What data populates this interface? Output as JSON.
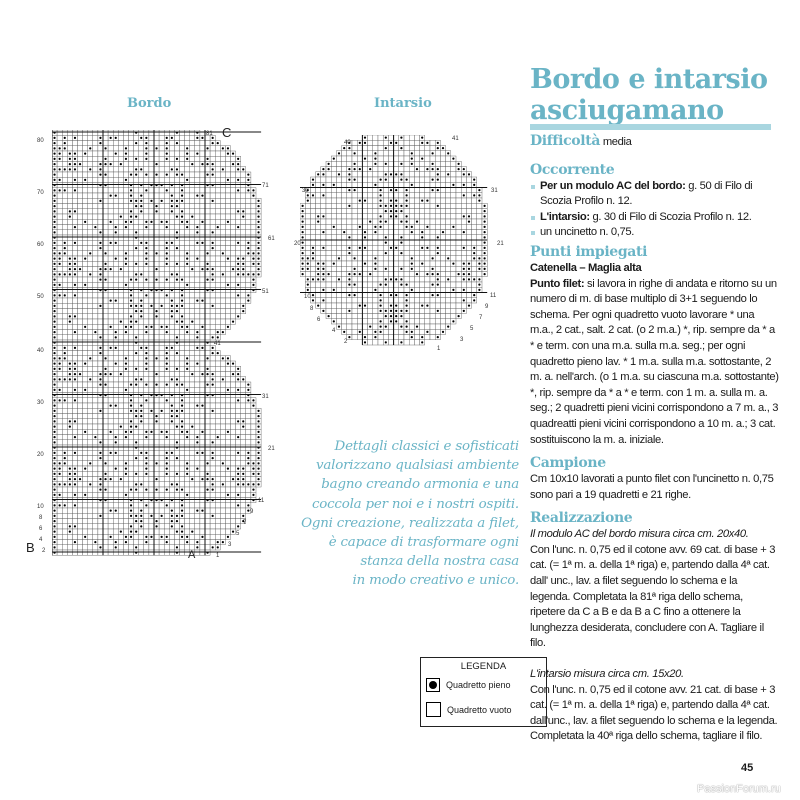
{
  "charts": {
    "bordo": {
      "title": "Bordo",
      "left_row_labels": [
        "80",
        "70",
        "60",
        "50",
        "40",
        "30",
        "20",
        "10",
        "8",
        "6",
        "4",
        "2"
      ],
      "right_row_labels": [
        "81",
        "71",
        "61",
        "51",
        "41",
        "31",
        "21",
        "11",
        "9",
        "7",
        "5",
        "3",
        "1"
      ],
      "markers": {
        "c": "C",
        "b": "B",
        "a": "A"
      }
    },
    "intarsio": {
      "title": "Intarsio",
      "left_row_labels": [
        "40",
        "30",
        "20",
        "10",
        "8",
        "6",
        "4",
        "2"
      ],
      "right_row_labels": [
        "41",
        "31",
        "21",
        "11",
        "9",
        "7",
        "5",
        "3",
        "1"
      ]
    }
  },
  "quote": [
    "Dettagli classici e sofisticati",
    "valorizzano qualsiasi ambiente",
    "bagno creando armonia e una",
    "coccola per noi e i nostri ospiti.",
    "Ogni creazione, realizzata a filet,",
    "è capace di trasformare ogni",
    "stanza della nostra casa",
    "in modo creativo e unico."
  ],
  "legend": {
    "title": "LEGENDA",
    "filled": "Quadretto pieno",
    "empty": "Quadretto vuoto"
  },
  "article": {
    "title": "Bordo e intarsio asciugamano",
    "difficulty_label": "Difficoltà",
    "difficulty_value": "media",
    "occorrente_title": "Occorrente",
    "occorrente": [
      {
        "bold": "Per un modulo AC del bordo:",
        "text": " g. 50 di Filo di Scozia Profilo n. 12."
      },
      {
        "bold": "L'intarsio:",
        "text": " g. 30 di Filo di Scozia Profilo n. 12."
      },
      {
        "bold": "",
        "text": "un uncinetto n. 0,75."
      }
    ],
    "punti_title": "Punti impiegati",
    "punti_sub": "Catenella – Maglia alta",
    "punti_bold": "Punto filet:",
    "punti_text": " si lavora in righe di andata e ritorno su un numero di m. di base multiplo di 3+1 seguendo lo schema. Per ogni quadretto vuoto lavorare * una m.a., 2 cat., salt. 2 cat. (o 2 m.a.) *, rip. sempre da * a * e term. con una m.a. sulla m.a. seg.; per ogni quadretto pieno lav. * 1 m.a. sulla m.a. sottostante, 2 m. a. nell'arch. (o 1 m.a. su ciascuna m.a. sottostante) *, rip. sempre da * a * e term. con 1 m. a. sulla m. a. seg.; 2 quadretti pieni vicini corrispondono a 7 m. a., 3 quadreatti pieni vicini corrispondono a 10 m. a.; 3 cat. sostituiscono la m. a. iniziale.",
    "campione_title": "Campione",
    "campione_text": "Cm 10x10 lavorati a punto filet con l'uncinetto n. 0,75 sono pari a 19 quadretti e 21 righe.",
    "realizzazione_title": "Realizzazione",
    "real_italic_1": "Il modulo AC del bordo misura circa cm. 20x40.",
    "real_text_1": "Con l'unc. n. 0,75 ed il cotone avv. 69 cat. di base + 3 cat. (= 1ª m. a. della 1ª riga) e, partendo dalla 4ª cat. dall' unc., lav. a filet seguendo lo schema e la legenda. Completata la 81ª riga dello schema, ripetere da C a B e da B a C fino a ottenere la lunghezza desiderata, concludere con A. Tagliare il filo.",
    "real_italic_2": "L'intarsio misura circa cm. 15x20.",
    "real_text_2": "Con l'unc. n. 0,75 ed il cotone avv. 21 cat. di base + 3 cat. (= 1ª m. a. della 1ª riga) e, partendo dalla 4ª cat. dall'unc., lav. a filet seguendo lo schema e la legenda. Completata la 40ª riga dello schema, tagliare il filo."
  },
  "page_number": "45",
  "watermark": "PassionForum.ru"
}
